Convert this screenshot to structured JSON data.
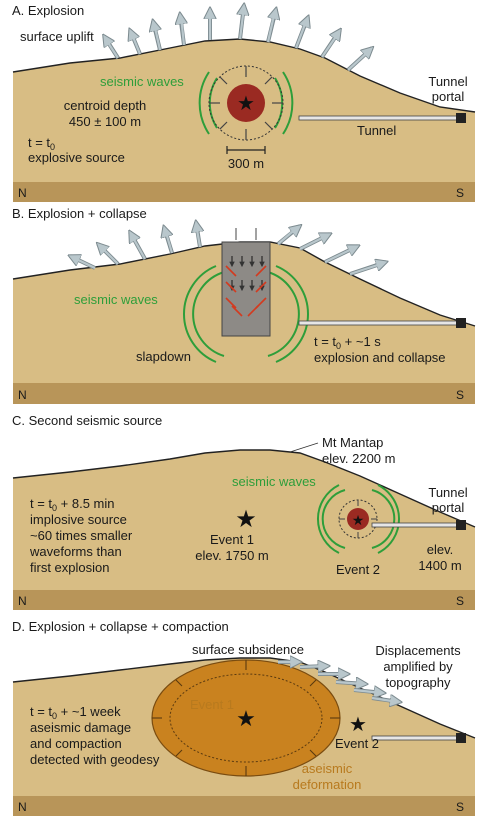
{
  "colors": {
    "ground": "#d8bd84",
    "band": "#b89559",
    "source": "#9a2a22",
    "deformation": "#c9821f",
    "waves": "#2e9e3a",
    "arrows": "#b9c7cc"
  },
  "compass": {
    "left": "N",
    "right": "S"
  },
  "panelA": {
    "title": "A. Explosion",
    "uplift": "surface uplift",
    "waves": "seismic waves",
    "centroid1": "centroid depth",
    "centroid2": "450 ± 100 m",
    "t1": "t = t",
    "t1sub": "0",
    "t2": "explosive source",
    "scale": "300 m",
    "portal1": "Tunnel",
    "portal2": "portal",
    "tunnel": "Tunnel"
  },
  "panelB": {
    "title": "B. Explosion + collapse",
    "waves": "seismic waves",
    "slapdown": "slapdown",
    "t1a": "t = t",
    "t1sub": "0",
    "t1b": " + ~1 s",
    "t2": "explosion and collapse"
  },
  "panelC": {
    "title": "C. Second seismic source",
    "mt1": "Mt Mantap",
    "mt2": "elev. 2200 m",
    "waves": "seismic waves",
    "t1a": "t = t",
    "t1sub": "0",
    "t1b": " + 8.5 min",
    "t2": "implosive source",
    "t3": "~60 times smaller",
    "t4": "waveforms than",
    "t5": "first explosion",
    "ev1a": "Event 1",
    "ev1b": "elev. 1750 m",
    "ev2": "Event 2",
    "portal1": "Tunnel",
    "portal2": "portal",
    "elev1": "elev.",
    "elev2": "1400 m"
  },
  "panelD": {
    "title": "D. Explosion + collapse + compaction",
    "subsidence": "surface subsidence",
    "disp1": "Displacements",
    "disp2": "amplified by",
    "disp3": "topography",
    "t1a": "t = t",
    "t1sub": "0",
    "t1b": " + ~1 week",
    "t2": "aseismic damage",
    "t3": "and compaction",
    "t4": "detected with geodesy",
    "ev1": "Event 1",
    "ev2": "Event 2",
    "asc1": "aseismic",
    "asc2": "deformation"
  }
}
